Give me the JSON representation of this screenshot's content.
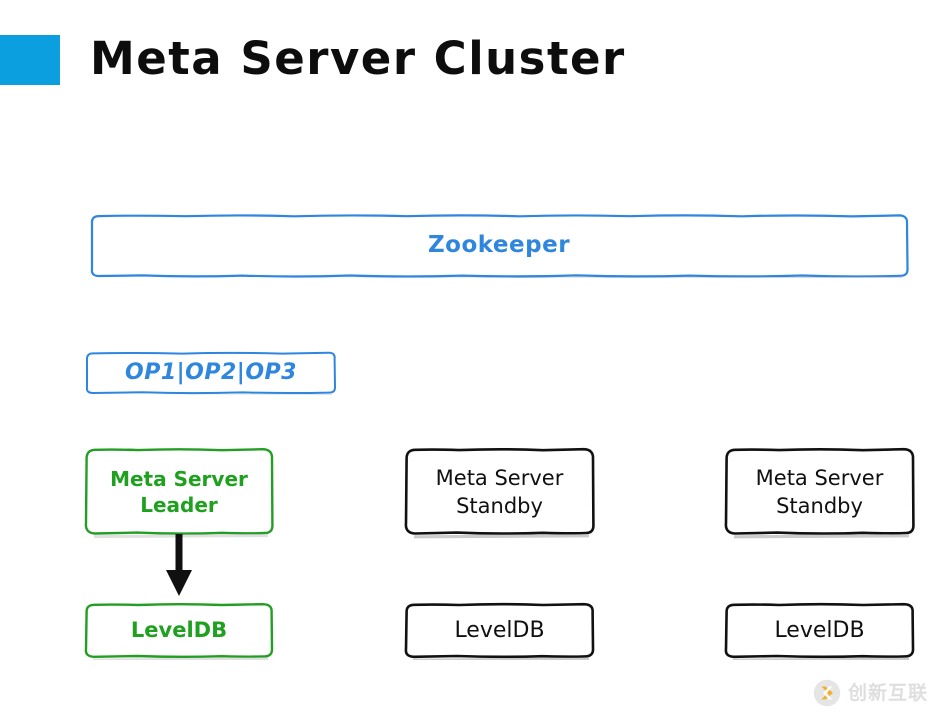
{
  "slide": {
    "title": "Meta Server Cluster",
    "accent_color": "#0C9FE0",
    "background": "#ffffff"
  },
  "colors": {
    "blue": "#2F86DD",
    "blue_border": "#2E86DE",
    "green": "#1FA01F",
    "green_border": "#239D23",
    "black": "#101010",
    "black_border": "#111111",
    "watermark_grey": "#dcdcdc",
    "watermark_orange": "#F0A81E"
  },
  "diagram": {
    "zookeeper": {
      "label": "Zookeeper",
      "style": "blue"
    },
    "ops": {
      "label": "OP1|OP2|OP3",
      "style": "blue"
    },
    "columns": [
      {
        "name": "leader-column",
        "server": {
          "label": "Meta Server\nLeader",
          "style": "green"
        },
        "store": {
          "label": "LevelDB",
          "style": "green"
        },
        "has_arrow": true
      },
      {
        "name": "standby-column-1",
        "server": {
          "label": "Meta Server\nStandby",
          "style": "black"
        },
        "store": {
          "label": "LevelDB",
          "style": "black"
        },
        "has_arrow": false
      },
      {
        "name": "standby-column-2",
        "server": {
          "label": "Meta Server\nStandby",
          "style": "black"
        },
        "store": {
          "label": "LevelDB",
          "style": "black"
        },
        "has_arrow": false
      }
    ]
  },
  "watermark": {
    "text": "创新互联",
    "icon": "cx-logo-icon"
  }
}
